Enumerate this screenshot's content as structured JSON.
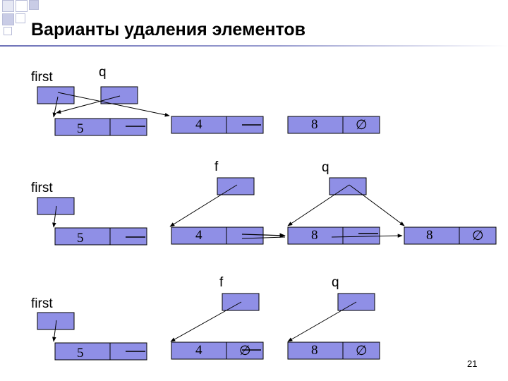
{
  "slide": {
    "title": "Варианты удаления элементов",
    "page_number": "21"
  },
  "colors": {
    "node_fill": "#8f8fe6",
    "stroke": "#000000",
    "title_rule": "#6e72b8"
  },
  "diagram1": {
    "first_label": "first",
    "q_label": "q",
    "node_values": [
      "5",
      "4",
      "8"
    ],
    "null_symbol": "∅"
  },
  "diagram2": {
    "first_label": "first",
    "f_label": "f",
    "q_label": "q",
    "node_values": [
      "5",
      "4",
      "8",
      "8"
    ],
    "null_symbol": "∅"
  },
  "diagram3": {
    "first_label": "first",
    "f_label": "f",
    "q_label": "q",
    "node_values": [
      "5",
      "4",
      "8"
    ],
    "null_symbols": [
      "∅",
      "∅"
    ]
  }
}
